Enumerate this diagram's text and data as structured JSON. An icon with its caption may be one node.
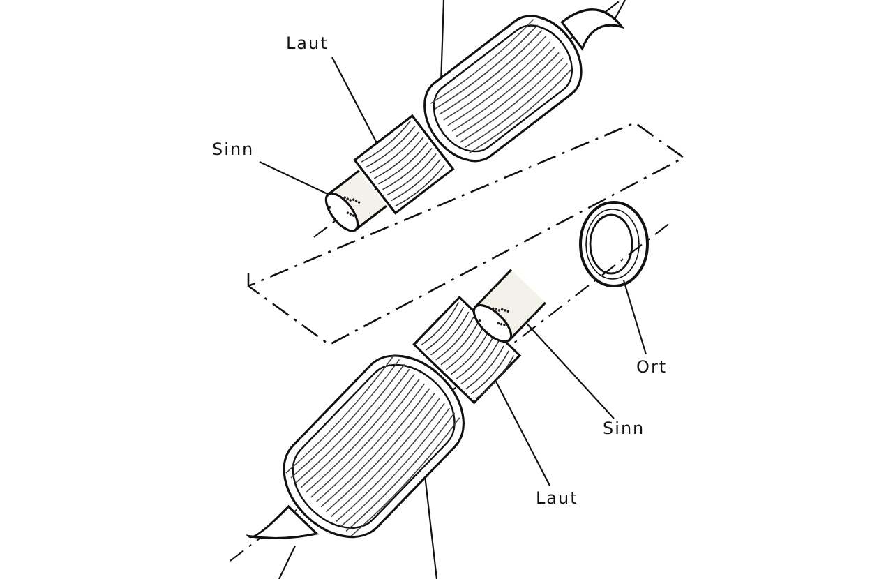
{
  "diagram": {
    "nodes": [
      {
        "text": [
          "Laut"
        ]
      },
      {
        "text": [
          "Sinn"
        ]
      },
      {
        "text": [
          "Ort"
        ]
      },
      {
        "text": [
          "Sinn"
        ]
      },
      {
        "text": [
          "Laut"
        ]
      },
      {
        "text": [],
        "shape": "cylinder"
      },
      {
        "text": [],
        "shape": "bundle"
      },
      {
        "text": [],
        "shape": "capsule"
      },
      {
        "text": [],
        "shape": "hook"
      },
      {
        "text": [],
        "shape": "ring"
      },
      {
        "text": [],
        "shape": "hook"
      },
      {
        "text": [],
        "shape": "capsule"
      },
      {
        "text": [],
        "shape": "bundle"
      },
      {
        "text": [],
        "shape": "cylinder"
      }
    ],
    "edges": [
      {
        "from": 0,
        "to": 6,
        "arrow": "none"
      },
      {
        "from": 1,
        "to": 5,
        "arrow": "none"
      },
      {
        "from": null,
        "to": 7,
        "arrow": "none"
      },
      {
        "from": null,
        "to": 8,
        "arrow": "none"
      },
      {
        "from": 2,
        "to": 9,
        "arrow": "none"
      },
      {
        "from": 3,
        "to": 13,
        "arrow": "none"
      },
      {
        "from": 4,
        "to": 12,
        "arrow": "none"
      },
      {
        "from": null,
        "to": 10,
        "arrow": "none"
      },
      {
        "from": null,
        "to": 11,
        "arrow": "none"
      }
    ]
  }
}
